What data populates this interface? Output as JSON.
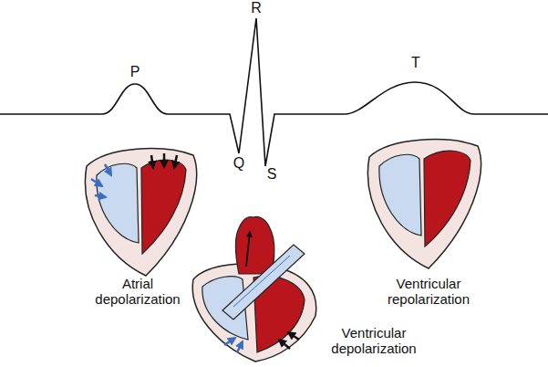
{
  "diagram": {
    "labels": [
      "P",
      "R",
      "Q",
      "S",
      "T",
      "Atrial depolarization",
      "Ventricular depolarization",
      "Ventricular repolarization"
    ]
  }
}
